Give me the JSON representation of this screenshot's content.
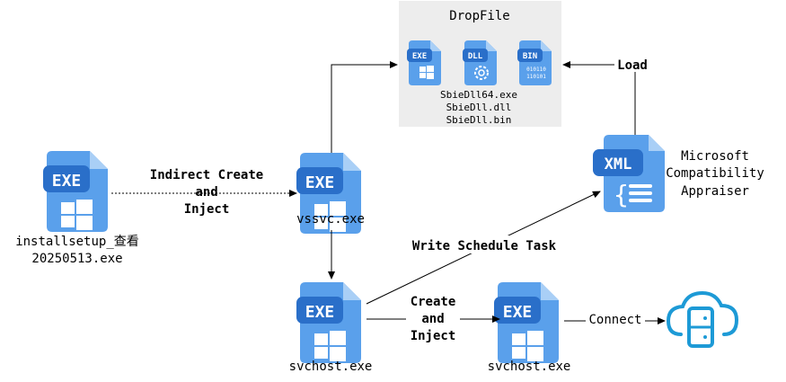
{
  "dropfile": {
    "title": "DropFile",
    "files": [
      "SbieDll64.exe",
      "SbieDll.dll",
      "SbieDll.bin"
    ]
  },
  "icons": {
    "exe_tag": "EXE",
    "dll_tag": "DLL",
    "bin_tag": "BIN",
    "xml_tag": "XML",
    "bin_line1": "010110",
    "bin_line2": "110101"
  },
  "nodes": {
    "installer_line1": "installsetup_查看",
    "installer_line2": "20250513.exe",
    "vssvc": "vssvc.exe",
    "svchost_left": "svchost.exe",
    "svchost_right": "svchost.exe",
    "appraiser_line1": "Microsoft",
    "appraiser_line2": "Compatibility",
    "appraiser_line3": "Appraiser"
  },
  "edges": {
    "indirect_line1": "Indirect Create",
    "indirect_line2": "and",
    "indirect_line3": "Inject",
    "load": "Load",
    "schedule": "Write Schedule Task",
    "create_line1": "Create",
    "create_line2": "and",
    "create_line3": "Inject",
    "connect": "Connect"
  }
}
